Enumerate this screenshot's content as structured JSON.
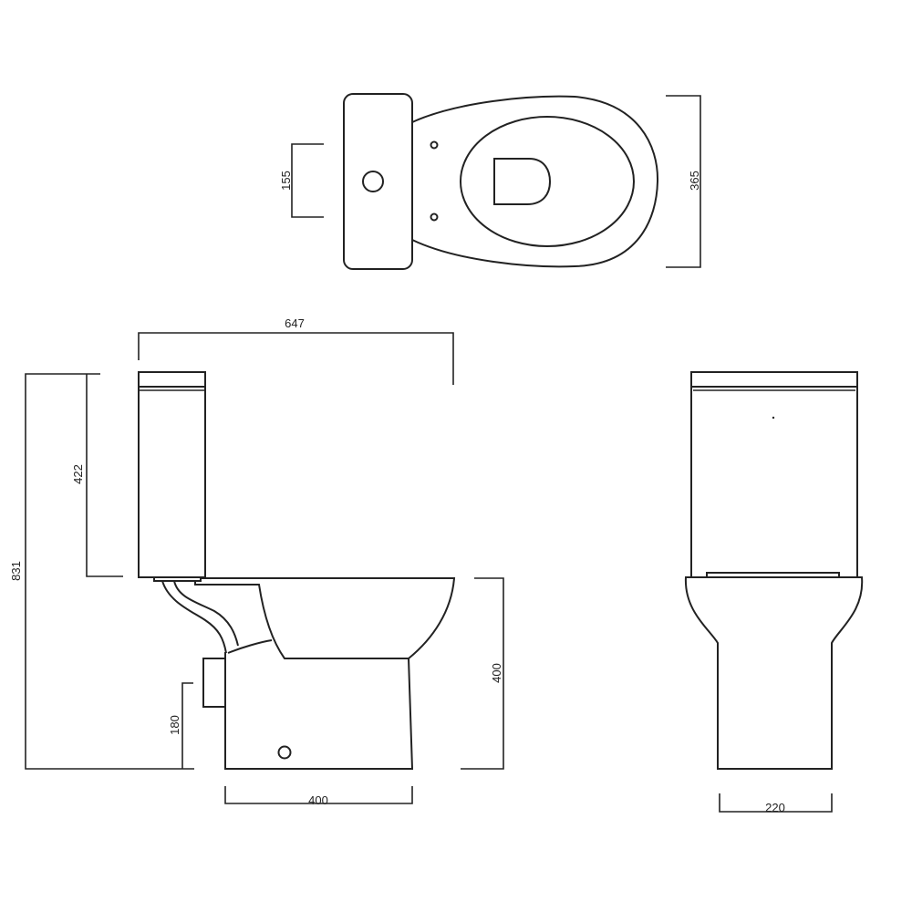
{
  "title": "Close-coupled toilet technical drawing",
  "dimensions": {
    "top_outlet_offset": "155",
    "top_width": "365",
    "overall_length": "647",
    "overall_height": "831",
    "cistern_height": "422",
    "outlet_height": "180",
    "pan_height": "400",
    "pan_depth": "400",
    "pedestal_width": "220"
  },
  "colors": {
    "line": "#222222",
    "background": "#ffffff"
  }
}
